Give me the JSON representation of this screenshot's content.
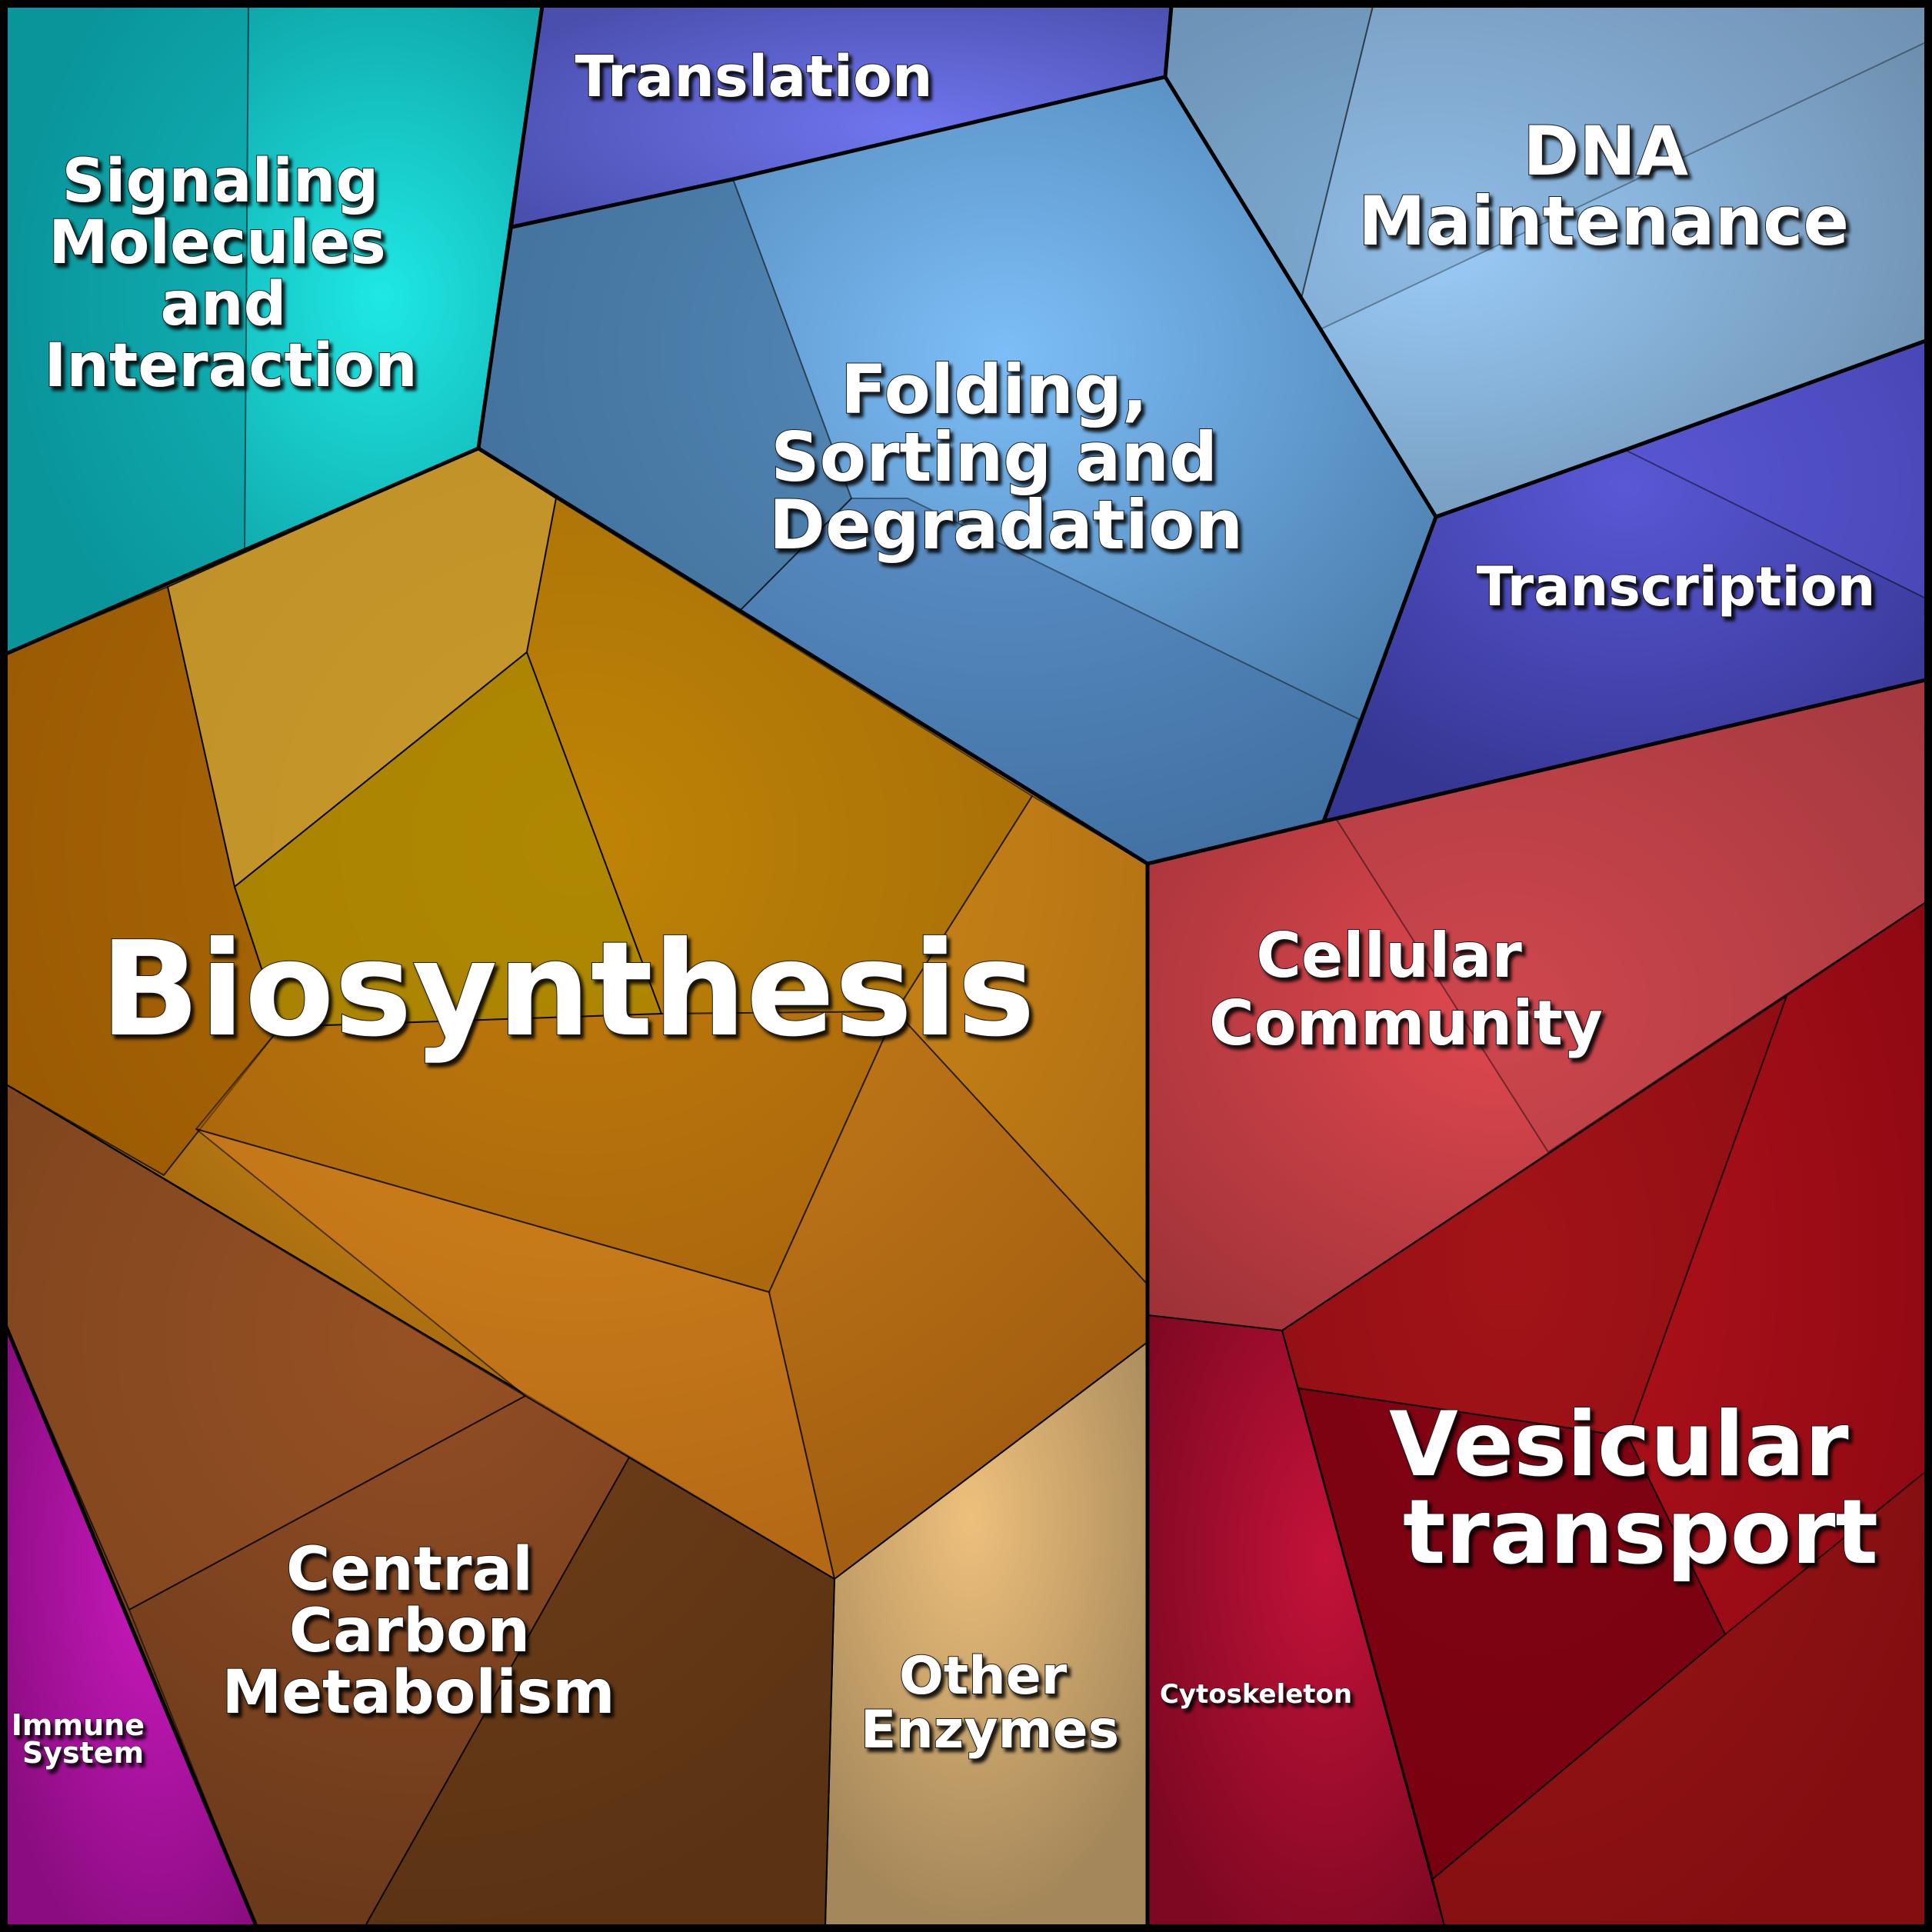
{
  "colors": {
    "signaling": "#12a6a8",
    "translation": "#4f55b6",
    "folding": "#4f86b8",
    "dna": "#6a94b8",
    "transcription": "#3f3f9e",
    "biosynthesis": "#b27c12",
    "cellular": "#b23a44",
    "vesicular": "#9c0f18",
    "cytoskeleton": "#8e0a28",
    "carbon": "#6b3c1c",
    "other": "#b39561",
    "immune": "#9a0f90"
  },
  "labels": {
    "signaling": [
      "Signaling",
      "Molecules",
      "and",
      "Interaction"
    ],
    "translation": [
      "Translation"
    ],
    "folding": [
      "Folding,",
      "Sorting and",
      "Degradation"
    ],
    "dna": [
      "DNA",
      "Maintenance"
    ],
    "transcription": [
      "Transcription"
    ],
    "biosynthesis": [
      "Biosynthesis"
    ],
    "cellular": [
      "Cellular",
      "Community"
    ],
    "vesicular": [
      "Vesicular",
      "transport"
    ],
    "cytoskeleton": [
      "Cytoskeleton"
    ],
    "carbon": [
      "Central",
      "Carbon",
      "Metabolism"
    ],
    "other": [
      "Other",
      "Enzymes"
    ],
    "immune": [
      "Immune",
      "System"
    ]
  }
}
